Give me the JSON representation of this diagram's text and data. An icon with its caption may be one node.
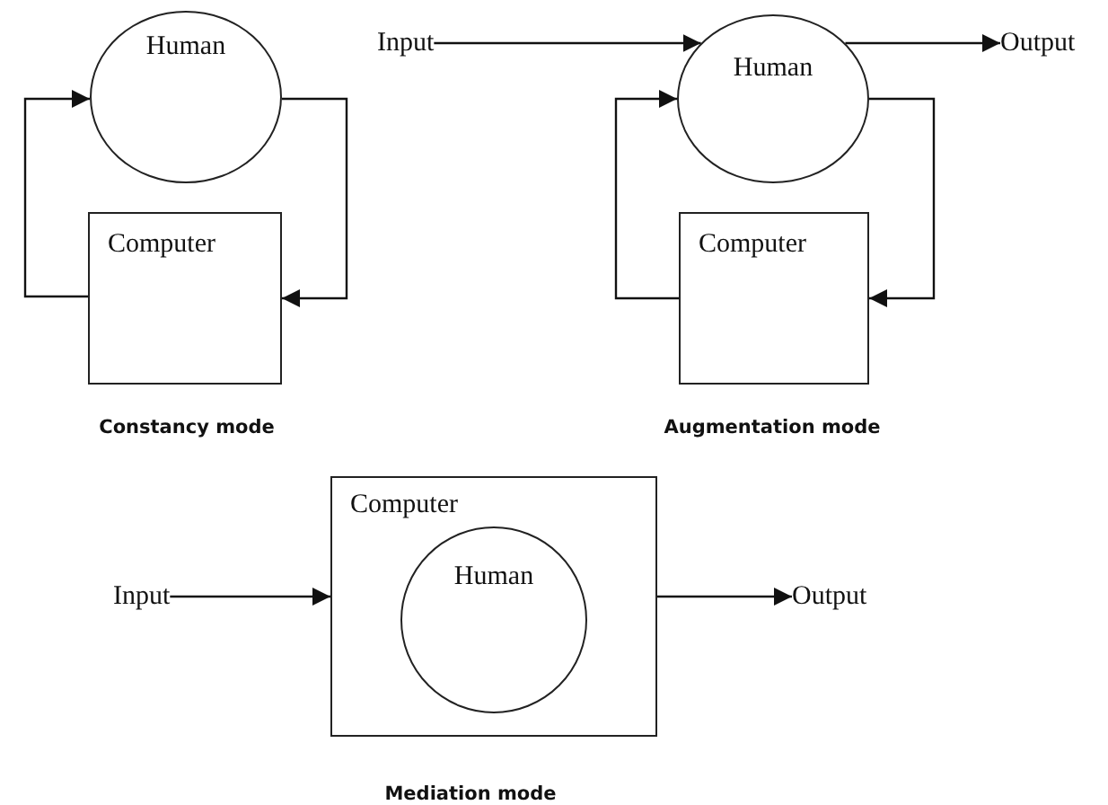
{
  "diagram": {
    "nodes": [
      {
        "text": [
          "Human"
        ]
      },
      {
        "text": [
          "Computer"
        ]
      },
      {
        "text": [
          "Input"
        ]
      },
      {
        "text": [
          "Human"
        ]
      },
      {
        "text": [
          "Output"
        ]
      },
      {
        "text": [
          "Computer"
        ]
      },
      {
        "text": [
          "Input"
        ]
      },
      {
        "text": [
          "Computer"
        ]
      },
      {
        "text": [
          "Human"
        ],
        "in": 7
      },
      {
        "text": [
          "Output"
        ]
      }
    ],
    "edges": [
      {
        "from": 1,
        "to": 0,
        "arrow": "to"
      },
      {
        "from": 0,
        "to": 1,
        "arrow": "to"
      },
      {
        "from": 2,
        "to": 3,
        "arrow": "to"
      },
      {
        "from": 3,
        "to": 4,
        "arrow": "to"
      },
      {
        "from": 5,
        "to": 3,
        "arrow": "to"
      },
      {
        "from": 3,
        "to": 5,
        "arrow": "to"
      },
      {
        "from": 6,
        "to": 7,
        "arrow": "to"
      },
      {
        "from": 7,
        "to": 9,
        "arrow": "to"
      }
    ],
    "labels": [
      "Constancy mode",
      "Augmentation mode",
      "Mediation mode"
    ]
  }
}
